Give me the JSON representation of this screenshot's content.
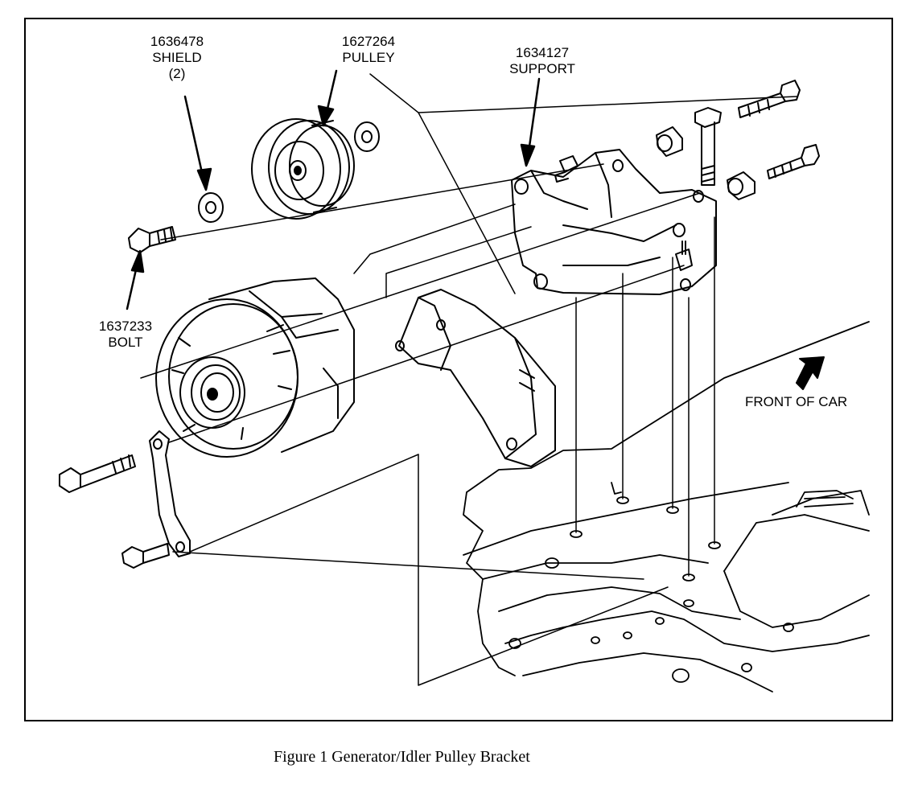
{
  "callouts": {
    "shield": {
      "part_number": "1636478",
      "name": "SHIELD",
      "qty": "(2)"
    },
    "pulley": {
      "part_number": "1627264",
      "name": "PULLEY"
    },
    "support": {
      "part_number": "1634127",
      "name": "SUPPORT"
    },
    "bolt": {
      "part_number": "1637233",
      "name": "BOLT"
    },
    "front": {
      "text": "FRONT OF CAR"
    }
  },
  "caption": "Figure 1 Generator/Idler Pulley Bracket"
}
